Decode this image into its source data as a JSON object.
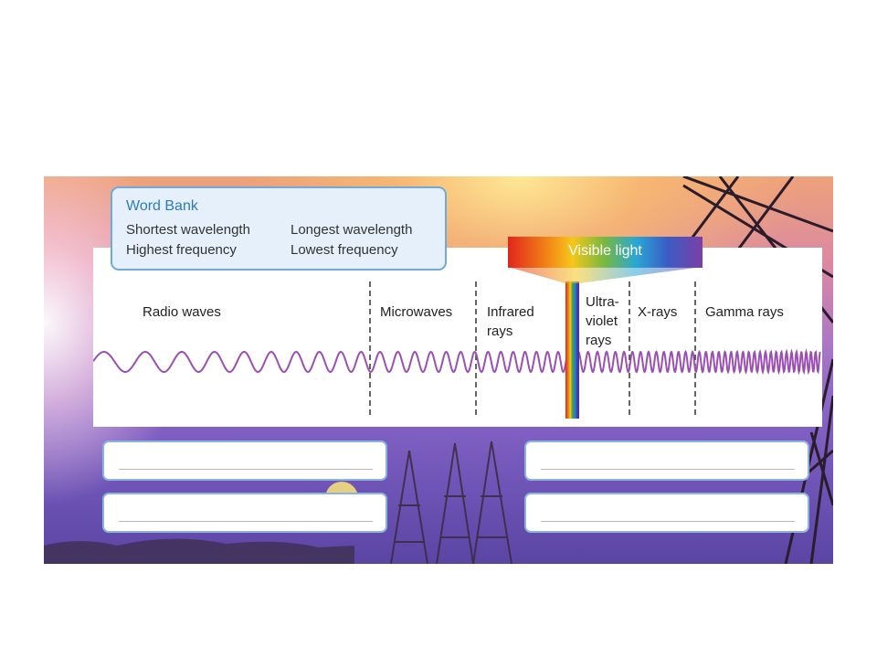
{
  "word_bank": {
    "title": "Word Bank",
    "items": [
      "Shortest wavelength",
      "Longest wavelength",
      "Highest frequency",
      "Lowest frequency"
    ]
  },
  "spectrum": {
    "bands": [
      {
        "label": "Radio waves"
      },
      {
        "label": "Microwaves"
      },
      {
        "label": "Infrared rays",
        "lines": [
          "Infrared",
          "rays"
        ]
      },
      {
        "label": "Ultra-violet rays",
        "lines": [
          "Ultra-",
          "violet",
          "rays"
        ]
      },
      {
        "label": "X-rays"
      },
      {
        "label": "Gamma rays"
      }
    ],
    "visible_light_label": "Visible light"
  },
  "answer_boxes": [
    {
      "value": ""
    },
    {
      "value": ""
    },
    {
      "value": ""
    },
    {
      "value": ""
    }
  ],
  "colors": {
    "wave": "#9c4fb2",
    "word_bank_title": "#2b7bc1",
    "word_bank_bg": "#e6f0fa",
    "answer_border": "#8ab3e0"
  }
}
